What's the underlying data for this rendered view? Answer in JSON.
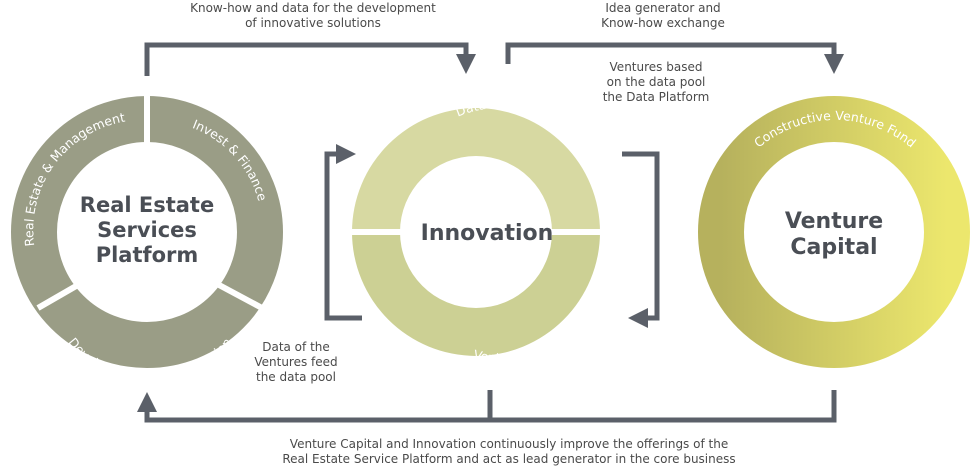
{
  "colors": {
    "arrow": "#5b6069",
    "ring_left": "#9a9d86",
    "ring_middle_top": "#d7d9a2",
    "ring_middle_bottom": "#ccd094",
    "ring_right_start": "#b6b15d",
    "ring_right_end": "#ece76d",
    "center_text": "#4a4e55",
    "label_text": "#4a4a4a"
  },
  "left_ring": {
    "title": [
      "Real Estate",
      "Services",
      "Platform"
    ],
    "segments": {
      "top_left": "Real Estate & Management",
      "top_right": "Invest & Finance",
      "bottom": "Development & Modernisation"
    }
  },
  "middle_ring": {
    "title": "Innovation",
    "top": "Data Platform",
    "bottom": "Ventures"
  },
  "right_ring": {
    "title": [
      "Venture",
      "Capital"
    ],
    "arc": "Constructive Venture Fund"
  },
  "annotations": {
    "top_left": [
      "Know-how and data for the development",
      "of innovative solutions"
    ],
    "top_right": [
      "Idea generator and",
      "Know-how exchange"
    ],
    "ventures_based": [
      "Ventures based",
      "on the data pool",
      "the Data Platform"
    ],
    "data_feed": [
      "Data of the",
      "Ventures feed",
      "the data pool"
    ],
    "bottom": [
      "Venture Capital and Innovation continuously improve the offerings of the",
      "Real Estate Service Platform and act as lead generator in the core business"
    ]
  }
}
